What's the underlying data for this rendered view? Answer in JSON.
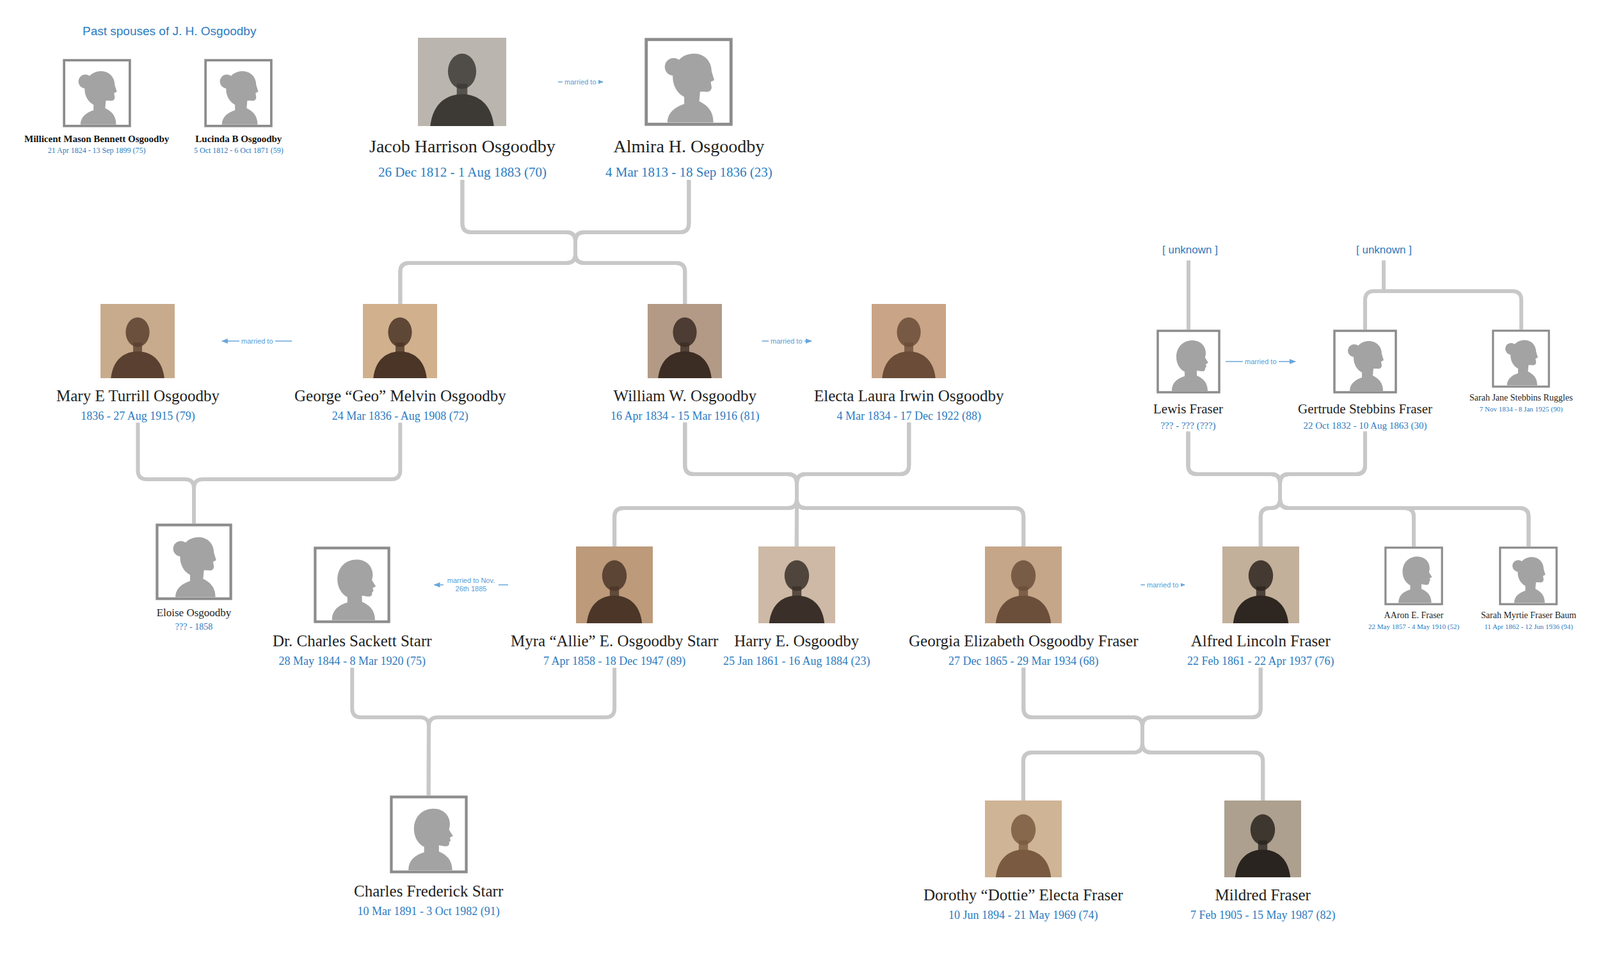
{
  "diagram": {
    "nodes": [
      {
        "text": [
          "Millicent Mason Bennett Osgoodby",
          "21 Apr 1824 - 13 Sep 1899 (75)"
        ]
      },
      {
        "text": [
          "Lucinda B Osgoodby",
          "5 Oct 1812 - 6 Oct 1871 (59)"
        ]
      },
      {
        "text": [
          "Jacob Harrison Osgoodby",
          "26 Dec 1812 - 1 Aug 1883 (70)"
        ]
      },
      {
        "text": [
          "Almira H. Osgoodby",
          "4 Mar 1813 - 18 Sep 1836 (23)"
        ]
      },
      {
        "text": [
          "Mary E Turrill Osgoodby",
          "1836 - 27 Aug 1915 (79)"
        ]
      },
      {
        "text": [
          "George “Geo” Melvin Osgoodby",
          "24 Mar 1836 - Aug 1908 (72)"
        ]
      },
      {
        "text": [
          "William W. Osgoodby",
          "16 Apr 1834 - 15 Mar 1916 (81)"
        ]
      },
      {
        "text": [
          "Electa Laura Irwin Osgoodby",
          "4 Mar 1834 - 17 Dec 1922 (88)"
        ]
      },
      {
        "text": [
          "Lewis Fraser",
          "??? - ??? (???)"
        ]
      },
      {
        "text": [
          "Gertrude Stebbins Fraser",
          "22 Oct 1832 - 10 Aug 1863 (30)"
        ]
      },
      {
        "text": [
          "Sarah Jane Stebbins Ruggles",
          "7 Nov 1834 - 8 Jan 1925 (90)"
        ]
      },
      {
        "text": [
          "Eloise Osgoodby",
          "??? - 1858"
        ]
      },
      {
        "text": [
          "Dr. Charles Sackett Starr",
          "28 May 1844 - 8 Mar 1920 (75)"
        ]
      },
      {
        "text": [
          "Myra “Allie” E. Osgoodby Starr",
          "7 Apr 1858 - 18 Dec 1947 (89)"
        ]
      },
      {
        "text": [
          "Harry E. Osgoodby",
          "25 Jan 1861 - 16 Aug 1884 (23)"
        ]
      },
      {
        "text": [
          "Georgia Elizabeth Osgoodby Fraser",
          "27 Dec 1865 - 29 Mar 1934 (68)"
        ]
      },
      {
        "text": [
          "Alfred Lincoln Fraser",
          "22 Feb 1861 - 22 Apr 1937 (76)"
        ]
      },
      {
        "text": [
          "AAron E. Fraser",
          "22 May 1857 - 4 May 1910 (52)"
        ]
      },
      {
        "text": [
          "Sarah Myrtie Fraser Baum",
          "11 Apr 1862 - 12 Jun 1936 (94)"
        ]
      },
      {
        "text": [
          "Charles Frederick Starr",
          "10 Mar 1891 - 3 Oct 1982 (91)"
        ]
      },
      {
        "text": [
          "Dorothy “Dottie” Electa Fraser",
          "10 Jun 1894 - 21 May 1969 (74)"
        ]
      },
      {
        "text": [
          "Mildred Fraser",
          "7 Feb 1905 - 15 May 1987 (82)"
        ]
      }
    ],
    "edges": [
      {
        "from": 2,
        "to": 3,
        "label": "married to",
        "arrow": "to"
      },
      {
        "from": 5,
        "to": 4,
        "label": "married to",
        "arrow": "to"
      },
      {
        "from": 6,
        "to": 7,
        "label": "married to",
        "arrow": "to"
      },
      {
        "from": 8,
        "to": 9,
        "label": "married to",
        "arrow": "to"
      },
      {
        "from": 13,
        "to": 12,
        "label": "married to Nov. 26th 1885",
        "arrow": "to"
      },
      {
        "from": 15,
        "to": 16,
        "label": "married to",
        "arrow": "to"
      },
      {
        "from": 2,
        "to": 5,
        "arrow": "none"
      },
      {
        "from": 2,
        "to": 6,
        "arrow": "none"
      },
      {
        "from": 3,
        "to": 5,
        "arrow": "none"
      },
      {
        "from": 3,
        "to": 6,
        "arrow": "none"
      },
      {
        "from": 4,
        "to": 11,
        "arrow": "none"
      },
      {
        "from": 5,
        "to": 11,
        "arrow": "none"
      },
      {
        "from": 6,
        "to": 13,
        "arrow": "none"
      },
      {
        "from": 6,
        "to": 14,
        "arrow": "none"
      },
      {
        "from": 6,
        "to": 15,
        "arrow": "none"
      },
      {
        "from": 7,
        "to": 13,
        "arrow": "none"
      },
      {
        "from": 7,
        "to": 14,
        "arrow": "none"
      },
      {
        "from": 7,
        "to": 15,
        "arrow": "none"
      },
      {
        "from": 8,
        "to": 16,
        "arrow": "none"
      },
      {
        "from": 8,
        "to": 17,
        "arrow": "none"
      },
      {
        "from": 8,
        "to": 18,
        "arrow": "none"
      },
      {
        "from": 9,
        "to": 16,
        "arrow": "none"
      },
      {
        "from": 9,
        "to": 17,
        "arrow": "none"
      },
      {
        "from": 9,
        "to": 18,
        "arrow": "none"
      },
      {
        "from": 12,
        "to": 19,
        "arrow": "none"
      },
      {
        "from": 13,
        "to": 19,
        "arrow": "none"
      },
      {
        "from": 15,
        "to": 20,
        "arrow": "none"
      },
      {
        "from": 15,
        "to": 21,
        "arrow": "none"
      },
      {
        "from": 16,
        "to": 20,
        "arrow": "none"
      },
      {
        "from": 16,
        "to": 21,
        "arrow": "none"
      }
    ],
    "labels": [
      "Past spouses of J. H. Osgoodby",
      "[ unknown ]",
      "[ unknown ]"
    ]
  }
}
